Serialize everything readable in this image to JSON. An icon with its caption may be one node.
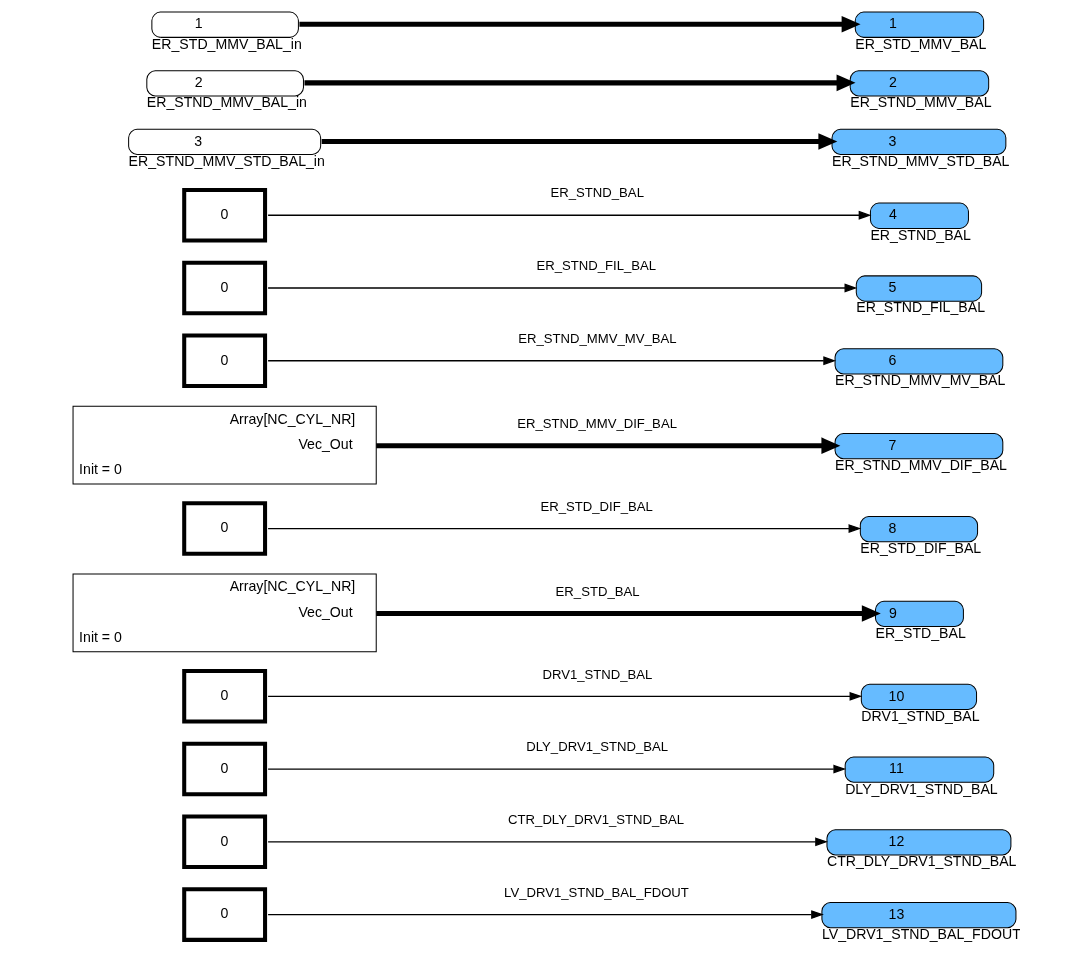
{
  "diagram": {
    "nodes": [
      {
        "text": [
          "1"
        ],
        "beside": [
          "ER_STD_MMV_BAL_in"
        ]
      },
      {
        "text": [
          "1"
        ],
        "beside": [
          "ER_STD_MMV_BAL"
        ]
      },
      {
        "text": [
          "2"
        ],
        "beside": [
          "ER_STND_MMV_BAL_in"
        ]
      },
      {
        "text": [
          "2"
        ],
        "beside": [
          "ER_STND_MMV_BAL"
        ]
      },
      {
        "text": [
          "3"
        ],
        "beside": [
          "ER_STND_MMV_STD_BAL_in"
        ]
      },
      {
        "text": [
          "3"
        ],
        "beside": [
          "ER_STND_MMV_STD_BAL"
        ]
      },
      {
        "text": [
          "0"
        ]
      },
      {
        "text": [
          "4"
        ],
        "beside": [
          "ER_STND_BAL"
        ]
      },
      {
        "text": [
          "0"
        ]
      },
      {
        "text": [
          "5"
        ],
        "beside": [
          "ER_STND_FIL_BAL"
        ]
      },
      {
        "text": [
          "0"
        ]
      },
      {
        "text": [
          "6"
        ],
        "beside": [
          "ER_STND_MMV_MV_BAL"
        ]
      },
      {
        "text": [
          "Array[NC_CYL_NR]",
          "Vec_Out",
          "Init = 0"
        ]
      },
      {
        "text": [
          "7"
        ],
        "beside": [
          "ER_STND_MMV_DIF_BAL"
        ]
      },
      {
        "text": [
          "0"
        ]
      },
      {
        "text": [
          "8"
        ],
        "beside": [
          "ER_STD_DIF_BAL"
        ]
      },
      {
        "text": [
          "Array[NC_CYL_NR]",
          "Vec_Out",
          "Init = 0"
        ]
      },
      {
        "text": [
          "9"
        ],
        "beside": [
          "ER_STD_BAL"
        ]
      },
      {
        "text": [
          "0"
        ]
      },
      {
        "text": [
          "10"
        ],
        "beside": [
          "DRV1_STND_BAL"
        ]
      },
      {
        "text": [
          "0"
        ]
      },
      {
        "text": [
          "11"
        ],
        "beside": [
          "DLY_DRV1_STND_BAL"
        ]
      },
      {
        "text": [
          "0"
        ]
      },
      {
        "text": [
          "12"
        ],
        "beside": [
          "CTR_DLY_DRV1_STND_BAL"
        ]
      },
      {
        "text": [
          "0"
        ]
      },
      {
        "text": [
          "13"
        ],
        "beside": [
          "LV_DRV1_STND_BAL_FDOUT"
        ]
      }
    ],
    "edges": [
      {
        "from": 0,
        "to": 1,
        "arrow": "to",
        "style": "thick"
      },
      {
        "from": 2,
        "to": 3,
        "arrow": "to",
        "style": "thick"
      },
      {
        "from": 4,
        "to": 5,
        "arrow": "to",
        "style": "thick"
      },
      {
        "from": 6,
        "to": 7,
        "arrow": "to",
        "label": "ER_STND_BAL"
      },
      {
        "from": 8,
        "to": 9,
        "arrow": "to",
        "label": "ER_STND_FIL_BAL"
      },
      {
        "from": 10,
        "to": 11,
        "arrow": "to",
        "label": "ER_STND_MMV_MV_BAL"
      },
      {
        "from": 12,
        "to": 13,
        "arrow": "to",
        "label": "ER_STND_MMV_DIF_BAL",
        "style": "thick"
      },
      {
        "from": 14,
        "to": 15,
        "arrow": "to",
        "label": "ER_STD_DIF_BAL"
      },
      {
        "from": 16,
        "to": 17,
        "arrow": "to",
        "label": "ER_STD_BAL",
        "style": "thick"
      },
      {
        "from": 18,
        "to": 19,
        "arrow": "to",
        "label": "DRV1_STND_BAL"
      },
      {
        "from": 20,
        "to": 21,
        "arrow": "to",
        "label": "DLY_DRV1_STND_BAL"
      },
      {
        "from": 22,
        "to": 23,
        "arrow": "to",
        "label": "CTR_DLY_DRV1_STND_BAL"
      },
      {
        "from": 24,
        "to": 25,
        "arrow": "to",
        "label": "LV_DRV1_STND_BAL_FDOUT"
      }
    ]
  }
}
